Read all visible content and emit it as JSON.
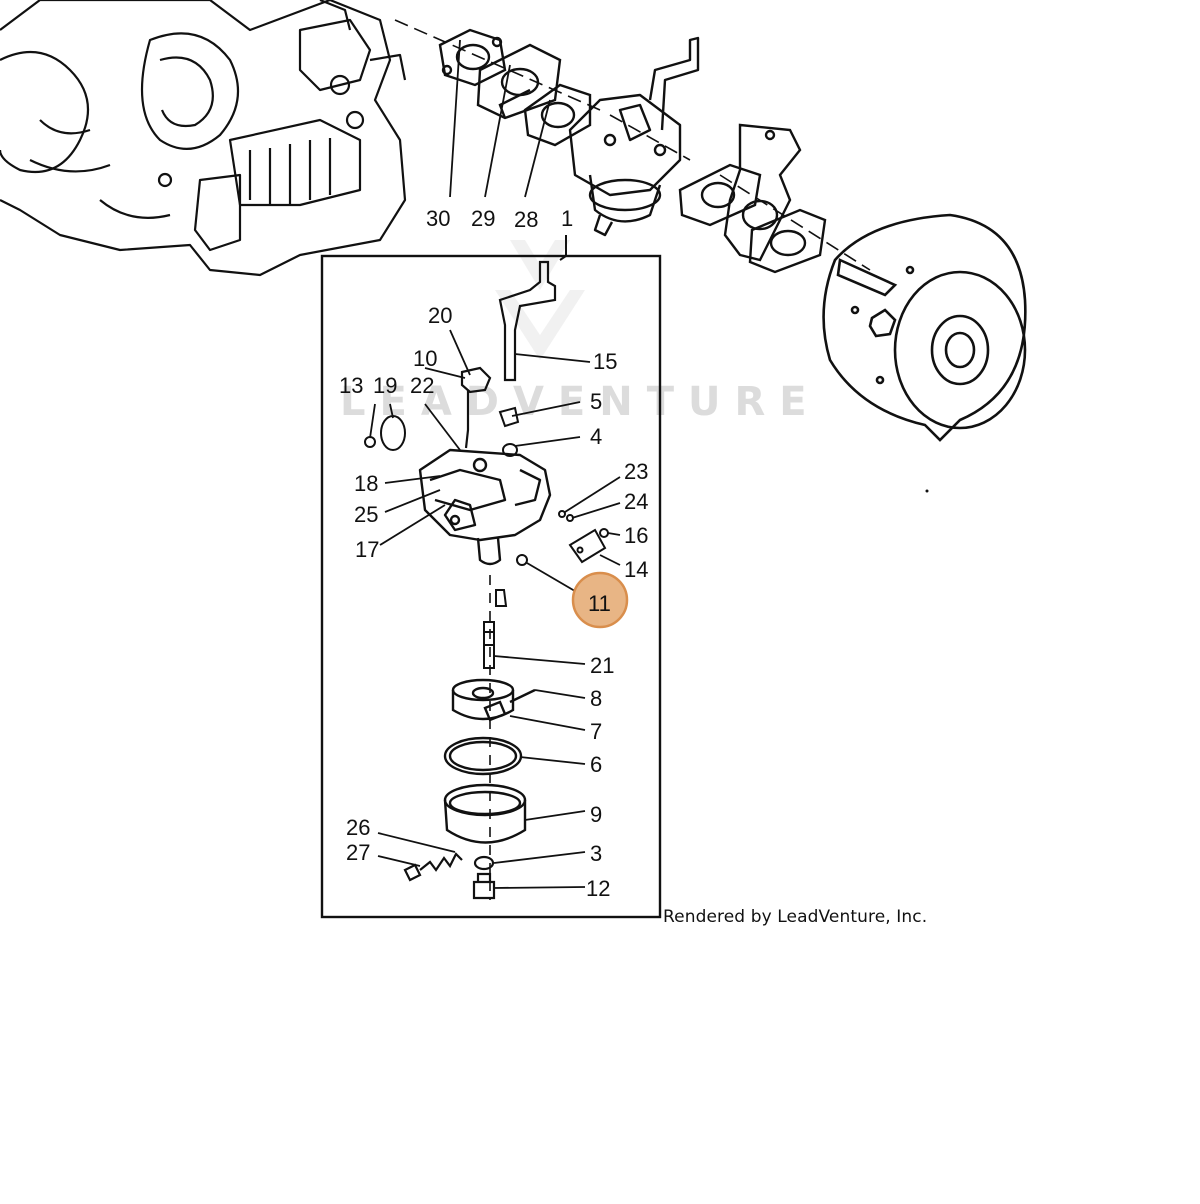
{
  "diagram": {
    "watermark": "LEADVENTURE",
    "credit": "Rendered by LeadVenture, Inc.",
    "highlight_color": "#E8B585",
    "highlight_stroke": "#D98E4C",
    "highlighted_callout": "11",
    "callouts": {
      "c30": "30",
      "c29": "29",
      "c28": "28",
      "c1": "1",
      "c20": "20",
      "c10": "10",
      "c15": "15",
      "c13": "13",
      "c19": "19",
      "c22": "22",
      "c5": "5",
      "c4": "4",
      "c23": "23",
      "c24": "24",
      "c16": "16",
      "c14": "14",
      "c18": "18",
      "c25": "25",
      "c17": "17",
      "c11": "11",
      "c21": "21",
      "c8": "8",
      "c7": "7",
      "c6": "6",
      "c9": "9",
      "c26": "26",
      "c27": "27",
      "c3": "3",
      "c12": "12"
    }
  }
}
